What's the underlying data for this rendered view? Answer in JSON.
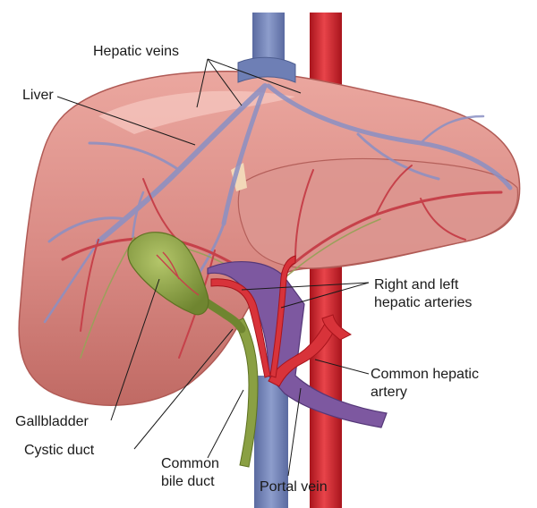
{
  "labels": {
    "hepatic_veins": "Hepatic veins",
    "liver": "Liver",
    "right_left_hepatic_arteries_line1": "Right and left",
    "right_left_hepatic_arteries_line2": "hepatic arteries",
    "common_hepatic_artery_line1": "Common hepatic",
    "common_hepatic_artery_line2": "artery",
    "gallbladder": "Gallbladder",
    "cystic_duct": "Cystic duct",
    "common_bile_duct_line1": "Common",
    "common_bile_duct_line2": "bile duct",
    "portal_vein": "Portal vein"
  },
  "colors": {
    "liver_fill": "#d98a84",
    "liver_shadow": "#b8615c",
    "liver_highlight": "#f0b8b0",
    "vein_blue": "#7f8fc0",
    "vein_dark": "#5a6aa0",
    "artery_red": "#d8333a",
    "artery_dark": "#a8141c",
    "gallbladder_green": "#8aa043",
    "gallbladder_dark": "#5e7222",
    "portal_purple": "#7d58a0",
    "leader_line": "#1a1a1a"
  }
}
